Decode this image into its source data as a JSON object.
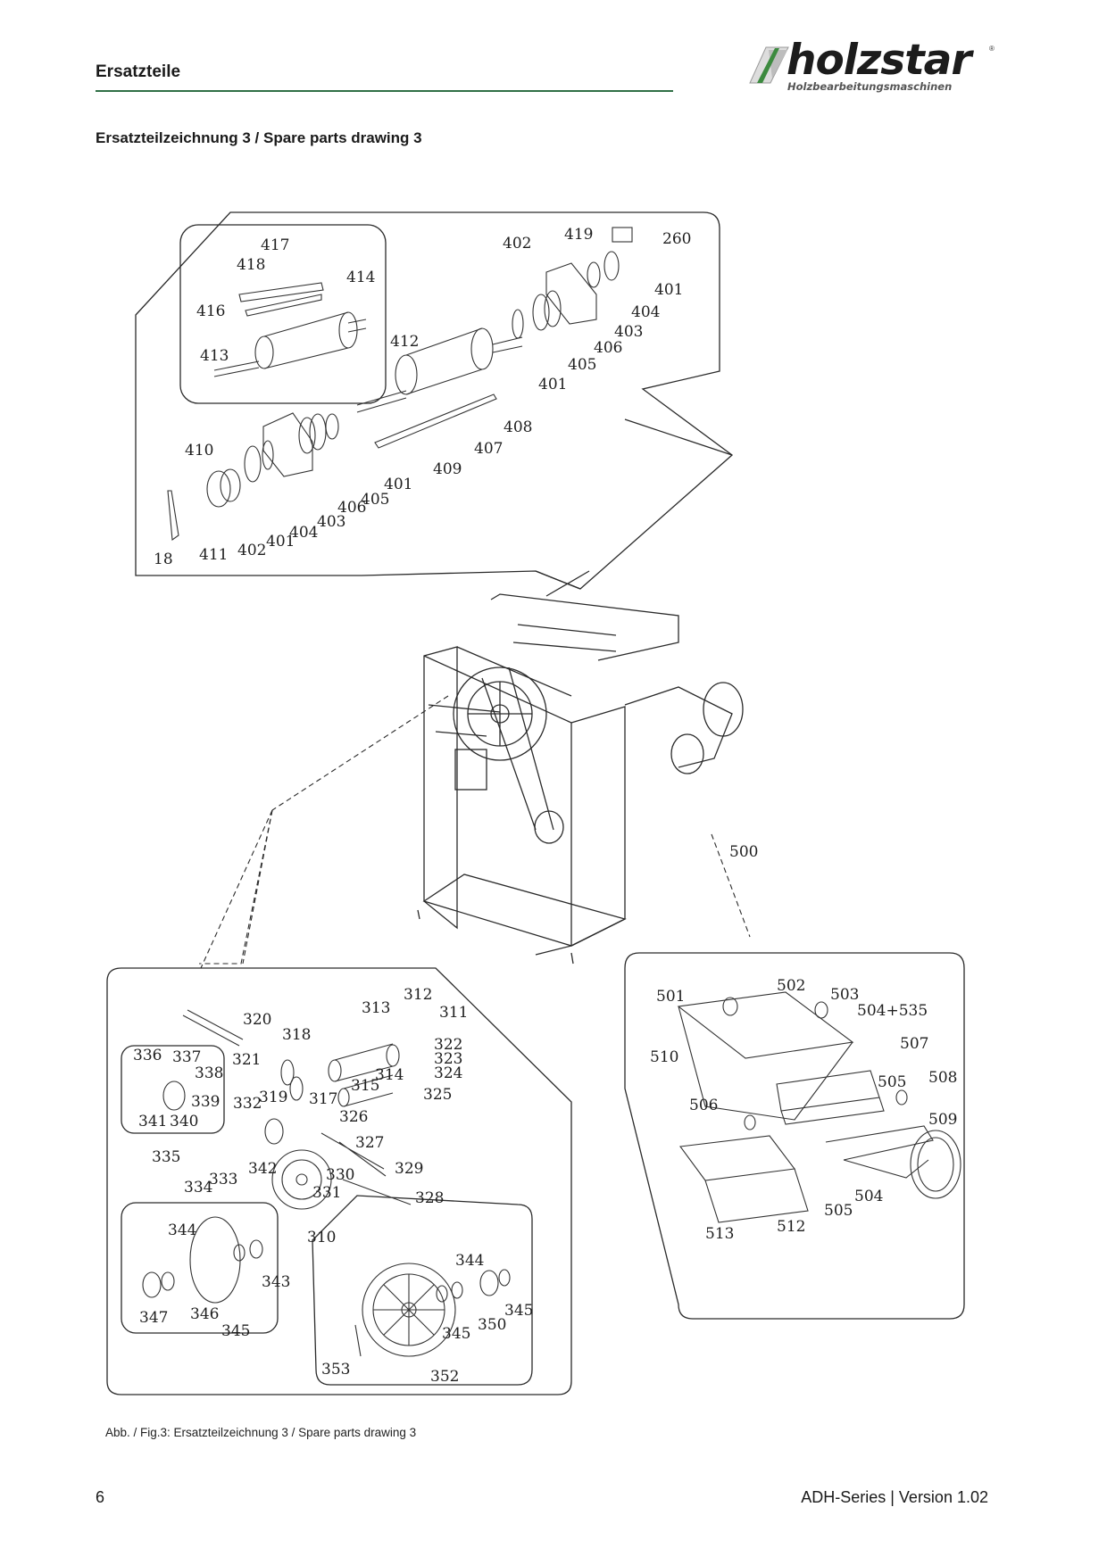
{
  "header": {
    "title": "Ersatzteile",
    "logo": {
      "brand": "holzstar",
      "tagline": "Holzbearbeitungsmaschinen",
      "registered": "®"
    }
  },
  "section_heading": "Ersatzteilzeichnung 3 / Spare parts drawing 3",
  "drawing": {
    "part_labels": {
      "top_assembly": [
        "417",
        "418",
        "414",
        "416",
        "413",
        "412",
        "402",
        "419",
        "260",
        "401",
        "404",
        "403",
        "406",
        "405",
        "401",
        "408",
        "407",
        "409",
        "410",
        "406",
        "405",
        "401",
        "403",
        "404",
        "401",
        "402",
        "411",
        "18"
      ],
      "machine": [
        "500"
      ],
      "dust_hood": [
        "501",
        "502",
        "503",
        "504+535",
        "507",
        "508",
        "505",
        "506",
        "509",
        "510",
        "504",
        "505",
        "512",
        "513"
      ],
      "drive_assembly": [
        "320",
        "321",
        "318",
        "313",
        "312",
        "311",
        "322",
        "323",
        "324",
        "325",
        "314",
        "315",
        "317",
        "326",
        "327",
        "336",
        "337",
        "338",
        "339",
        "340",
        "341",
        "332",
        "319",
        "335",
        "334",
        "333",
        "342",
        "331",
        "330",
        "329",
        "328",
        "310",
        "344",
        "343",
        "347",
        "346",
        "345",
        "344",
        "345",
        "350",
        "345",
        "353",
        "352"
      ]
    }
  },
  "caption": "Abb. / Fig.3: Ersatzteilzeichnung 3 / Spare parts drawing 3",
  "footer": {
    "page_number": "6",
    "version": "ADH-Series | Version 1.02"
  },
  "colors": {
    "accent_green": "#2f6f45",
    "logo_green": "#3c8a3f"
  }
}
